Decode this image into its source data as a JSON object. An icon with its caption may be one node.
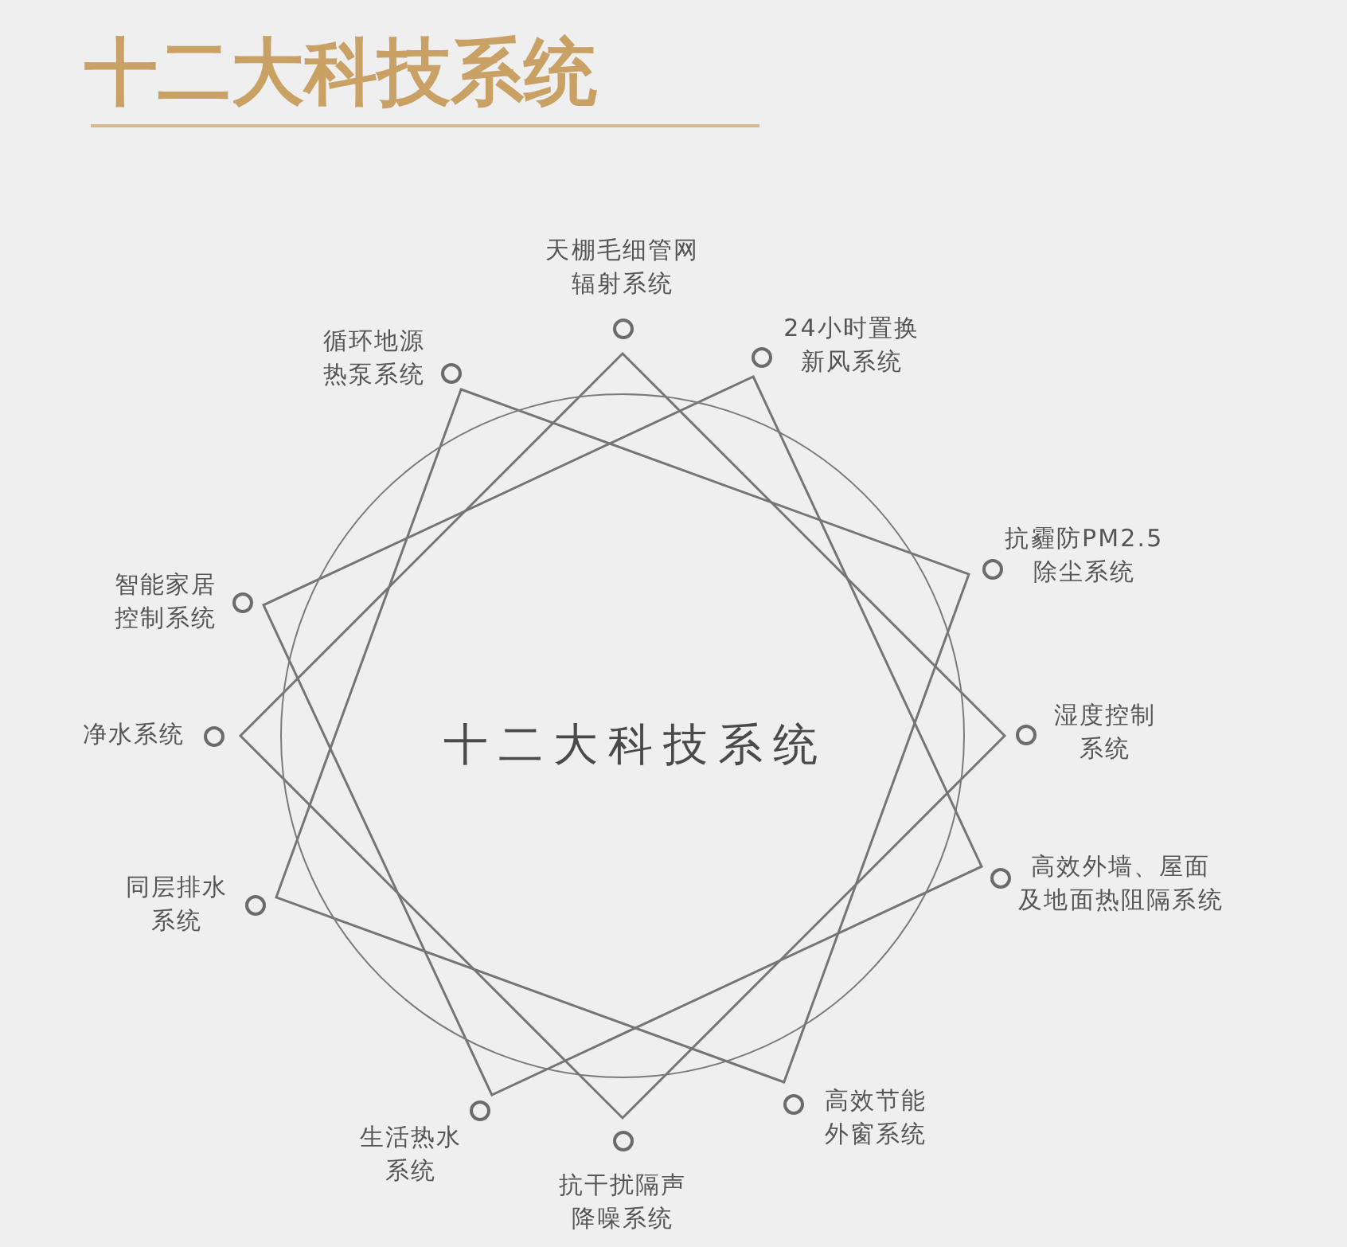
{
  "diagram": {
    "title": "十二大科技系统",
    "nodes": [
      {
        "text": [
          "十二大科技系统"
        ]
      },
      {
        "text": [],
        "shape": "circle",
        "beside": [
          "天棚毛细管网辐射系统"
        ]
      },
      {
        "text": [],
        "shape": "circle",
        "beside": [
          "24小时置换新风系统"
        ]
      },
      {
        "text": [],
        "shape": "circle",
        "beside": [
          "抗霾防PM2.5除尘系统"
        ]
      },
      {
        "text": [],
        "shape": "circle",
        "beside": [
          "湿度控制系统"
        ]
      },
      {
        "text": [],
        "shape": "circle",
        "beside": [
          "高效外墙、屋面及地面热阻隔系统"
        ]
      },
      {
        "text": [],
        "shape": "circle",
        "beside": [
          "高效节能外窗系统"
        ]
      },
      {
        "text": [],
        "shape": "circle",
        "beside": [
          "抗干扰隔声降噪系统"
        ]
      },
      {
        "text": [],
        "shape": "circle",
        "beside": [
          "生活热水系统"
        ]
      },
      {
        "text": [],
        "shape": "circle",
        "beside": [
          "同层排水系统"
        ]
      },
      {
        "text": [],
        "shape": "circle",
        "beside": [
          "净水系统"
        ]
      },
      {
        "text": [],
        "shape": "circle",
        "beside": [
          "智能家居控制系统"
        ]
      },
      {
        "text": [],
        "shape": "circle",
        "beside": [
          "循环地源热泵系统"
        ]
      }
    ]
  }
}
